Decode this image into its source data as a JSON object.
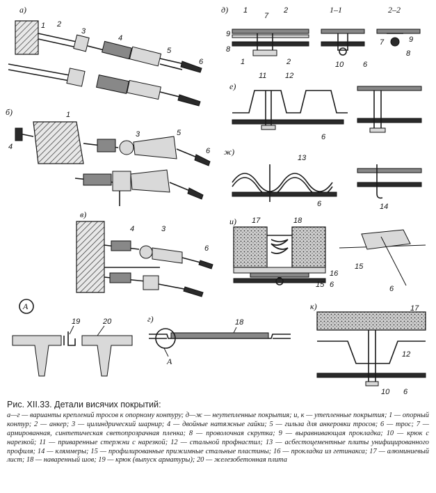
{
  "panel_labels": {
    "a": "а)",
    "b": "б)",
    "v": "в)",
    "g": "г)",
    "d": "д)",
    "e": "е)",
    "zh": "ж)",
    "i": "и)",
    "k": "к)",
    "circle_a": "А",
    "detail_a": "А"
  },
  "section_labels": {
    "s11": "1–1",
    "s22": "2–2",
    "cut1": "1",
    "cut2": "2"
  },
  "callouts": {
    "n1": "1",
    "n2": "2",
    "n3": "3",
    "n4": "4",
    "n5": "5",
    "n6": "6",
    "n7": "7",
    "n8": "8",
    "n9": "9",
    "n10": "10",
    "n11": "11",
    "n12": "12",
    "n13": "13",
    "n14": "14",
    "n15": "15",
    "n16": "16",
    "n17": "17",
    "n18": "18",
    "n19": "19",
    "n20": "20"
  },
  "caption": {
    "title": "Рис. XII.33. Детали висячих покрытий:",
    "body": "а—г — варианты креплений тросов к опорному контуру; д—ж — неутепленные покрытия; и, к — утепленные покрытия; 1 — опорный контур; 2 — анкер; 3 — цилиндрический шарнир; 4 — двойные натяжные гайки; 5 — гильза для анкеровки тросов; 6 — трос; 7 — армированная, синтетическая светопрозрачная пленка; 8 — проволочная скрутка; 9 — выравнивающая прокладка; 10 — крюк с нарезкой; 11 — приваренные стержни с нарезкой; 12 — стальной профнастил; 13 — асбестоцементные плиты унифицированного профиля; 14 — кляммеры; 15 — профилированные прижимные стальные пластины; 16 — прокладка из гетинакса; 17 — алюминиевый лист; 18 — наваренный шов; 19 — крюк (выпуск арматуры); 20 — железобетонная плита"
  }
}
